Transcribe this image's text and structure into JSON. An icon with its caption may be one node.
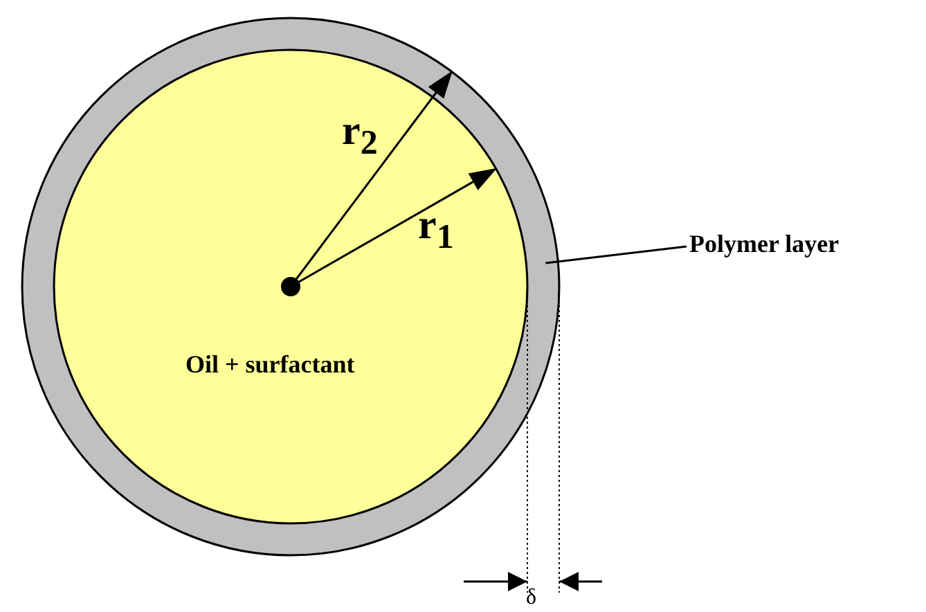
{
  "diagram": {
    "nodes": [
      {
        "text": [],
        "shape": "circle"
      },
      {
        "text": [
          "Oil + surfactant"
        ],
        "in": 0
      },
      {
        "text": [
          "Polymer layer"
        ]
      }
    ],
    "edges": [
      {
        "from": 2,
        "to": 0,
        "arrow": "none"
      }
    ],
    "labels": [
      "r$_{2}$",
      "r$_{1}$",
      "δ"
    ]
  }
}
